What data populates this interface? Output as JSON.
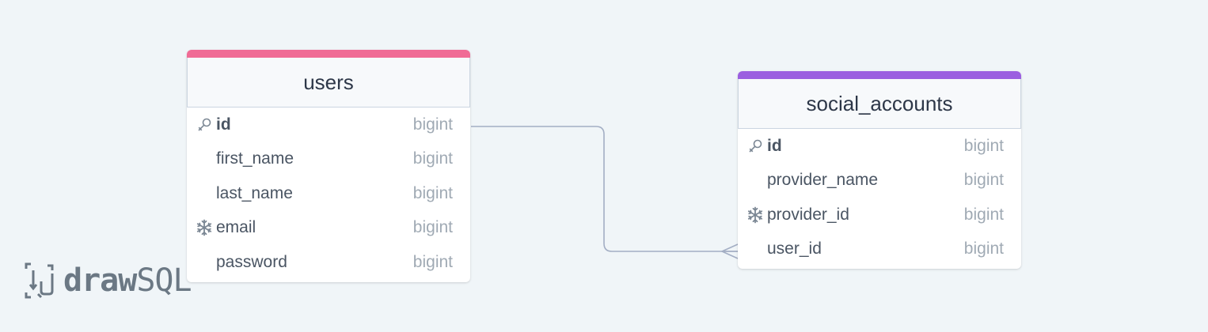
{
  "diagram": {
    "tables": [
      {
        "id": "users",
        "name": "users",
        "accent_color": "#f06b95",
        "columns": [
          {
            "name": "id",
            "type": "bigint",
            "key": "primary",
            "icon": "key-icon"
          },
          {
            "name": "first_name",
            "type": "bigint",
            "key": "",
            "icon": ""
          },
          {
            "name": "last_name",
            "type": "bigint",
            "key": "",
            "icon": ""
          },
          {
            "name": "email",
            "type": "bigint",
            "key": "unique",
            "icon": "snowflake-icon"
          },
          {
            "name": "password",
            "type": "bigint",
            "key": "",
            "icon": ""
          }
        ]
      },
      {
        "id": "social_accounts",
        "name": "social_accounts",
        "accent_color": "#9b5fe0",
        "columns": [
          {
            "name": "id",
            "type": "bigint",
            "key": "primary",
            "icon": "key-icon"
          },
          {
            "name": "provider_name",
            "type": "bigint",
            "key": "",
            "icon": ""
          },
          {
            "name": "provider_id",
            "type": "bigint",
            "key": "unique",
            "icon": "snowflake-icon"
          },
          {
            "name": "user_id",
            "type": "bigint",
            "key": "",
            "icon": ""
          }
        ]
      }
    ],
    "relations": [
      {
        "from": "users.id",
        "to": "social_accounts.user_id",
        "cardinality": "one-to-many"
      }
    ]
  },
  "logo": {
    "word_bold": "draw",
    "word_light": "SQL",
    "icon": "drawsql-logo-icon"
  },
  "colors": {
    "background": "#f0f5f8",
    "relation_line": "#a3aec4"
  }
}
